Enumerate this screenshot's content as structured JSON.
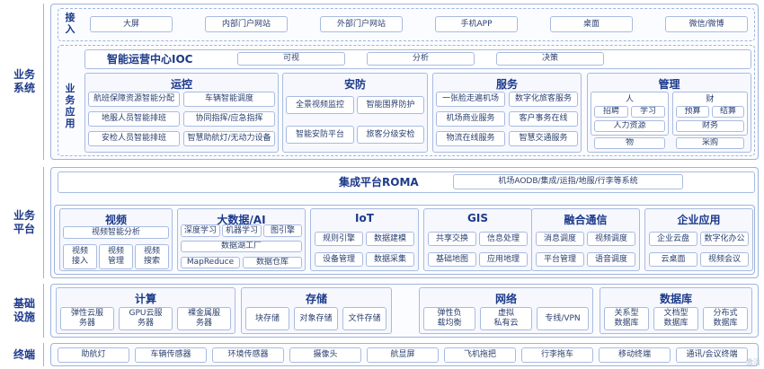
{
  "layers": {
    "business": "业务\n系统",
    "platform": "业务\n平台",
    "infra": "基础\n设施",
    "terminal": "终端"
  },
  "access": {
    "label": "接\n入",
    "items": [
      "大屏",
      "内部门户网站",
      "外部门户网站",
      "手机APP",
      "桌面",
      "微信/微博"
    ]
  },
  "app": {
    "label": "业\n务\n应\n用",
    "ioc": "智能运营中心IOC",
    "ioc_items": [
      "可视",
      "分析",
      "决策"
    ],
    "ops": {
      "title": "运控",
      "items": [
        "航班保障资源智能分配",
        "车辆智能调度",
        "地服人员智能排班",
        "协同指挥/应急指挥",
        "安检人员智能排班",
        "智慧助航灯/无动力设备"
      ]
    },
    "security": {
      "title": "安防",
      "items": [
        "全景视频监控",
        "智能围界防护",
        "智能安防平台",
        "旅客分级安检"
      ]
    },
    "service": {
      "title": "服务",
      "items": [
        "一张脸走遍机场",
        "数字化旅客服务",
        "机场商业服务",
        "客户事务在线",
        "物流在线服务",
        "智慧交通服务"
      ]
    },
    "mgmt": {
      "title": "管理",
      "people": "人",
      "people_items": [
        "招聘",
        "学习"
      ],
      "hr": "人力资源",
      "thing": "物",
      "finance": "财",
      "finance_items": [
        "预算",
        "结算"
      ],
      "finance_sub": "财务",
      "purchase": "采购"
    }
  },
  "platform": {
    "roma": "集成平台ROMA",
    "roma_desc": "机场AODB/集成/运指/地服/行李等系统",
    "video": {
      "title": "视频",
      "analysis": "视频智能分析",
      "items": [
        "视频\n接入",
        "视频\n管理",
        "视频\n搜索"
      ]
    },
    "bigdata": {
      "title": "大数据/AI",
      "items": [
        "深度学习",
        "机器学习",
        "图引擎"
      ],
      "lake": "数据湖工厂",
      "bottom": [
        "MapReduce",
        "数据仓库"
      ]
    },
    "iot": {
      "title": "IoT",
      "items": [
        "规则引擎",
        "数据建模",
        "设备管理",
        "数据采集"
      ]
    },
    "gis": {
      "title": "GIS",
      "items": [
        "共享交换",
        "信息处理",
        "基础地图",
        "应用地理"
      ]
    },
    "comm": {
      "title": "融合通信",
      "items": [
        "消息调度",
        "视频调度",
        "平台管理",
        "语音调度"
      ]
    },
    "enterprise": {
      "title": "企业应用",
      "items": [
        "企业云盘",
        "数字化办公",
        "云桌面",
        "视频会议"
      ]
    }
  },
  "infra": {
    "compute": {
      "title": "计算",
      "items": [
        "弹性云服\n务器",
        "GPU云服\n务器",
        "裸金属服\n务器"
      ]
    },
    "storage": {
      "title": "存储",
      "items": [
        "块存储",
        "对象存储",
        "文件存储"
      ]
    },
    "network": {
      "title": "网络",
      "items": [
        "弹性负\n载均衡",
        "虚拟\n私有云",
        "专线/VPN"
      ]
    },
    "database": {
      "title": "数据库",
      "items": [
        "关系型\n数据库",
        "文档型\n数据库",
        "分布式\n数据库"
      ]
    }
  },
  "terminal": {
    "items": [
      "助航灯",
      "车辆传感器",
      "环境传感器",
      "摄像头",
      "航显屏",
      "飞机拖把",
      "行李拖车",
      "移动终端",
      "通讯/会议终端"
    ]
  },
  "watermark": "激活"
}
